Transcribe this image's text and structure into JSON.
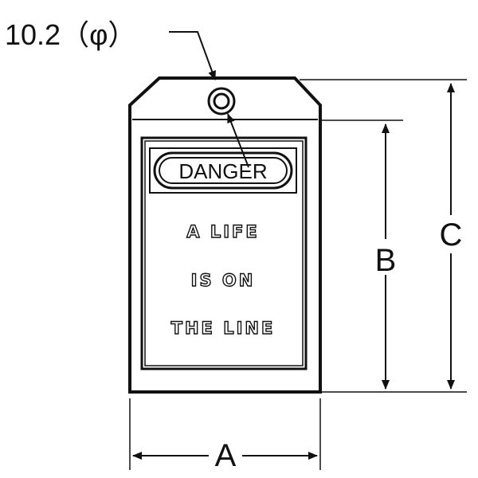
{
  "callout": {
    "text": "10.2（φ）"
  },
  "tag": {
    "header": "DANGER",
    "message_lines": [
      "A LIFE",
      "IS ON",
      "THE LINE"
    ]
  },
  "dimensions": {
    "a": "A",
    "b": "B",
    "c": "C"
  },
  "colors": {
    "ink": "#111111",
    "paper": "#ffffff"
  }
}
